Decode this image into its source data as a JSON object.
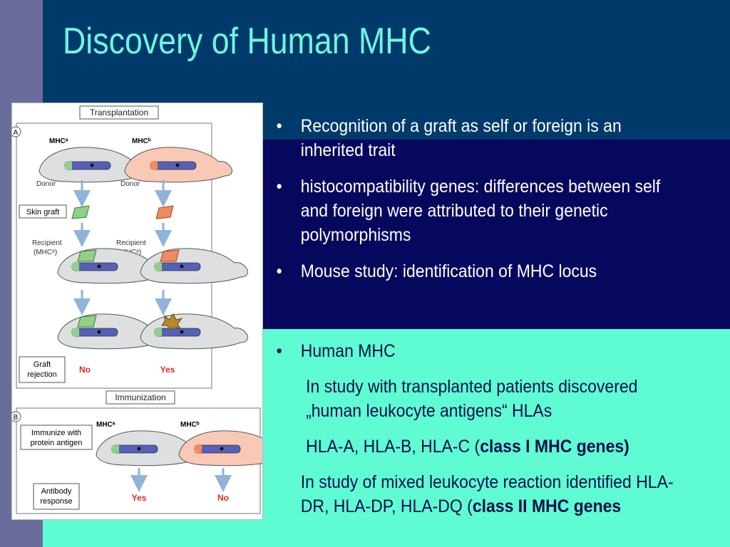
{
  "slide": {
    "title": "Discovery of Human MHC",
    "upper_bullets": [
      "Recognition of a graft as self or foreign is an inherited trait",
      "histocompatibility genes: differences between self and foreign were attributed to their genetic polymorphisms",
      "Mouse study: identification of MHC locus"
    ],
    "bullet_glyph": "•",
    "lower": {
      "heading": "Human MHC",
      "line1": "In study with transplanted patients discovered „human leukocyte antigens“ HLAs",
      "line2_pre": "HLA-A, HLA-B, HLA-C (",
      "line2_bold": "class I MHC genes)",
      "line3_pre": "In study of mixed leukocyte reaction identified HLA-DR, HLA-DP, HLA-DQ (",
      "line3_bold": "class II MHC genes"
    }
  },
  "figure": {
    "panel_a_label": "A",
    "panel_b_label": "B",
    "transplantation": "Transplantation",
    "immunization": "Immunization",
    "mhc_a": "MHCᵃ",
    "mhc_b": "MHCᵇ",
    "donor": "Donor",
    "skin_graft": "Skin graft",
    "recipient_line1": "Recipient",
    "recipient_line2": "(MHCᵃ)",
    "graft_rejection_line1": "Graft",
    "graft_rejection_line2": "rejection",
    "no": "No",
    "yes": "Yes",
    "immunize_line1": "Immunize with",
    "immunize_line2": "protein antigen",
    "antibody_line1": "Antibody",
    "antibody_line2": "response",
    "colors": {
      "mouse_gray": "#dedfe0",
      "mouse_pink": "#f9c9b6",
      "graft_green": "#90d08a",
      "graft_orange": "#f08a5f",
      "chromosome": "#5560b8",
      "arrow": "#8fb3d9",
      "red_label": "#d62b24"
    }
  }
}
